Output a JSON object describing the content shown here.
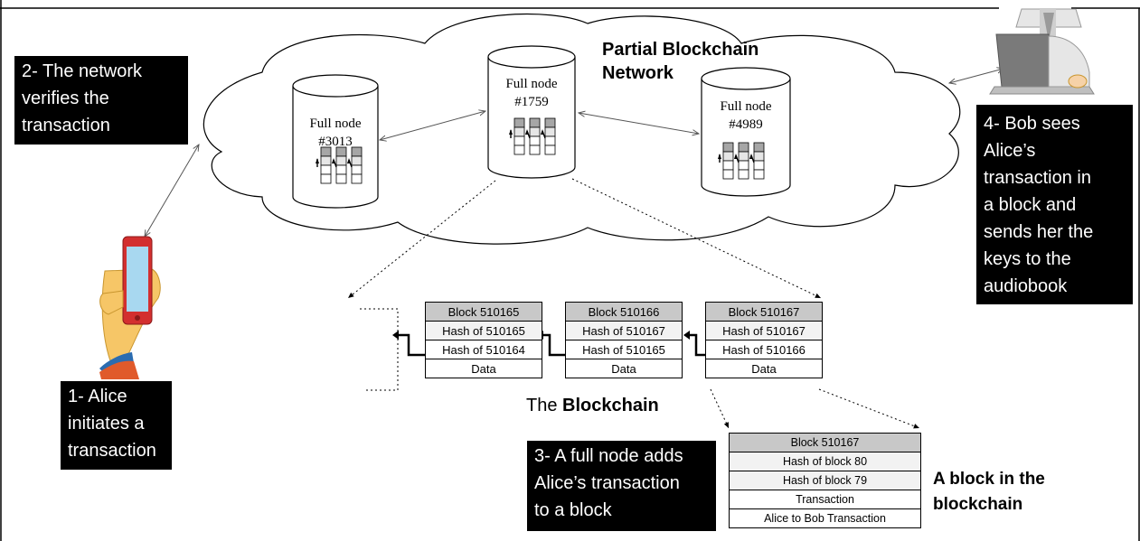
{
  "network_title": "Partial Blockchain Network",
  "network_title_lines": [
    "Partial Blockchain",
    "Network"
  ],
  "nodes": [
    {
      "label1": "Full node",
      "label2": "#3013"
    },
    {
      "label1": "Full node",
      "label2": "#1759"
    },
    {
      "label1": "Full node",
      "label2": "#4989"
    }
  ],
  "steps": [
    {
      "lines": [
        "2- The network",
        "verifies the",
        "transaction"
      ]
    },
    {
      "lines": [
        "4- Bob sees",
        "Alice’s",
        "transaction in",
        "a block and",
        "sends her the",
        "keys to the",
        "audiobook"
      ]
    },
    {
      "lines": [
        "1- Alice",
        "initiates a",
        "transaction"
      ]
    },
    {
      "lines": [
        "3- A full node adds",
        "Alice’s transaction",
        "to a block"
      ]
    }
  ],
  "blockchain": {
    "caption_prefix": "The",
    "caption_bold": "Blockchain",
    "blocks": [
      {
        "title": "Block 510165",
        "hash_self": "Hash of 510165",
        "hash_prev": "Hash of 510164",
        "data": "Data"
      },
      {
        "title": "Block 510166",
        "hash_self": "Hash of 510167",
        "hash_prev": "Hash of 510165",
        "data": "Data"
      },
      {
        "title": "Block 510167",
        "hash_self": "Hash of 510167",
        "hash_prev": "Hash of 510166",
        "data": "Data"
      }
    ]
  },
  "detail_block": {
    "title": "Block 510167",
    "rows": [
      "Hash of block 80",
      "Hash of block 79",
      "Transaction",
      "Alice to Bob Transaction"
    ],
    "caption_lines": [
      "A block in the",
      "blockchain"
    ]
  },
  "colors": {
    "callout_bg": "#000000",
    "callout_text": "#ffffff",
    "block_header": "#c8c8c8",
    "block_hash_row": "#f2f2f2",
    "phone_body": "#d32f2f",
    "phone_screen": "#a8d8f0",
    "hand_skin": "#f6c667",
    "sleeve": "#e05a2b",
    "laptop": "#7a7a7a"
  }
}
